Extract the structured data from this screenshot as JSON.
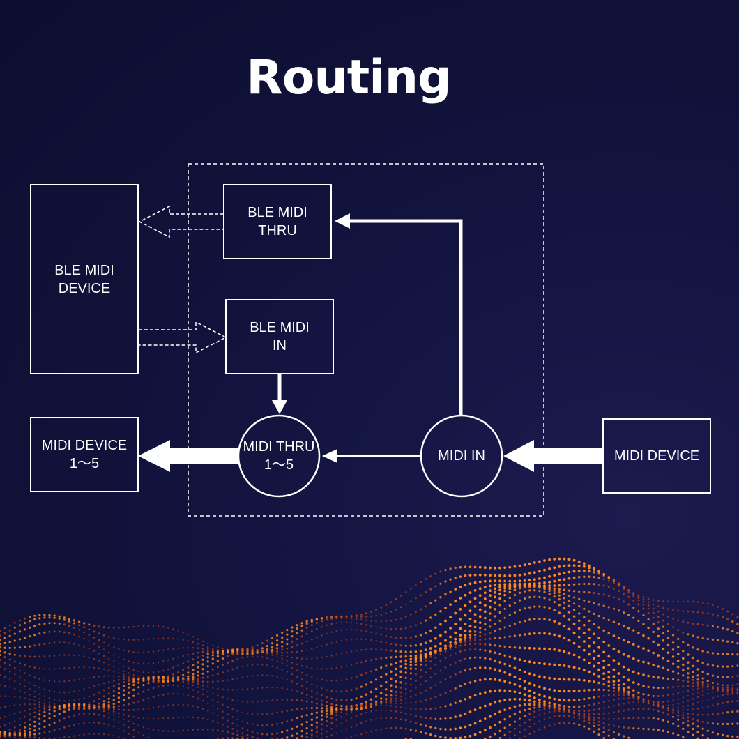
{
  "title": "Routing",
  "nodes": {
    "ble_midi_device": "BLE MIDI\nDEVICE",
    "ble_midi_thru": "BLE MIDI\nTHRU",
    "ble_midi_in": "BLE MIDI\nIN",
    "midi_device_out": "MIDI DEVICE\n1～5",
    "midi_thru": "MIDI THRU\n1～5",
    "midi_in": "MIDI IN",
    "midi_device_in": "MIDI DEVICE"
  },
  "colors": {
    "background": "#0f1137",
    "lines": "#ffffff",
    "wave_orange": "#ff8a1e",
    "wave_dark": "#c4471a"
  }
}
